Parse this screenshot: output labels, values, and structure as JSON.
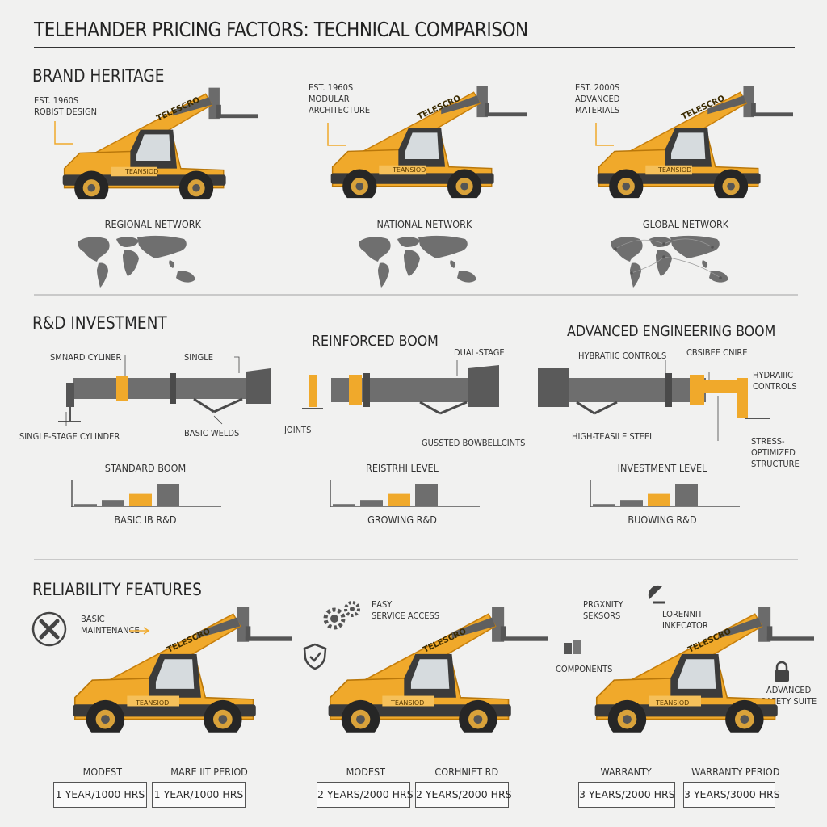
{
  "title": "TELEHANDER PRICING FACTORS: TECHNICAL COMPARISON",
  "colors": {
    "accent": "#f0a92b",
    "steel": "#6e6e6e",
    "dark": "#2f2f2f",
    "background": "#f1f1f0"
  },
  "brand_heritage": {
    "title": "BRAND HERITAGE",
    "machine_logo": "TELESCRO",
    "machine_decal": "TEANSIOD",
    "columns": [
      {
        "note": "EST. 1960s\nROBIST DESIGN",
        "network": "REGIONAL NETWORK"
      },
      {
        "note": "EST. 1960s\nMODULAR\nARCHITECTURE",
        "network": "NATIONAL NETWORK"
      },
      {
        "note": "EST. 2000s\nADVANCED\nMATERIALS",
        "network": "GLOBAL NETWORK"
      }
    ]
  },
  "rd_investment": {
    "title": "R&D INVESTMENT",
    "booms": [
      {
        "title": "",
        "labels": [
          "SMNARD CYLINER",
          "SINGLE",
          "SINGLE-STAGE CYLINDER",
          "BASIC WELDS"
        ],
        "level_title": "STANDARD BOOM",
        "level_caption": "BASIC IB R&D",
        "bars": [
          0.1,
          0.28,
          0.55,
          1.0
        ]
      },
      {
        "title": "REINFORCED BOOM",
        "labels": [
          "DUAL-STAGE",
          "JOINTS",
          "GUSSTED BOWBELLCINTS"
        ],
        "level_title": "REISTRHI LEVEL",
        "level_caption": "GROWING R&D",
        "bars": [
          0.1,
          0.28,
          0.55,
          1.0
        ]
      },
      {
        "title": "ADVANCED ENGINEERING BOOM",
        "labels": [
          "HYBRATIIC CONTROLS",
          "CBSIBEE CNIRE",
          "HYDRAIIIC CONTROLS",
          "HIGH-TEASILE STEEL",
          "STRESS-OPTIMIZED\nSTRUCTURE"
        ],
        "level_title": "INVESTMENT LEVEL",
        "level_caption": "BUOWING R&D",
        "bars": [
          0.1,
          0.28,
          0.55,
          1.0
        ]
      }
    ]
  },
  "reliability": {
    "title": "RELIABILITY FEATURES",
    "columns": [
      {
        "labels": [
          "BASIC\nMAINTENANCE"
        ],
        "captions": [
          "MODEST",
          "MARE IIT PERIOD"
        ],
        "boxes": [
          "1 YEAR/1000 HRS",
          "1 YEAR/1000 HRS"
        ]
      },
      {
        "labels": [
          "EASY\nSERVICE ACCESS"
        ],
        "captions": [
          "MODEST",
          "CORHNIET RD"
        ],
        "boxes": [
          "2 YEARS/2000 HRS",
          "2 YEARS/2000 HRS"
        ]
      },
      {
        "labels": [
          "PRGXNITY\nSEKSORS",
          "LORENNIT\nINKECATOR",
          "COMPONENTS",
          "ADVANCED\nSAFETY SUITE"
        ],
        "captions": [
          "WARRANTY",
          "WARRANTY PERIOD"
        ],
        "boxes": [
          "3 YEARS/2000 HRS",
          "3 YEARS/3000 HRS"
        ]
      }
    ]
  }
}
